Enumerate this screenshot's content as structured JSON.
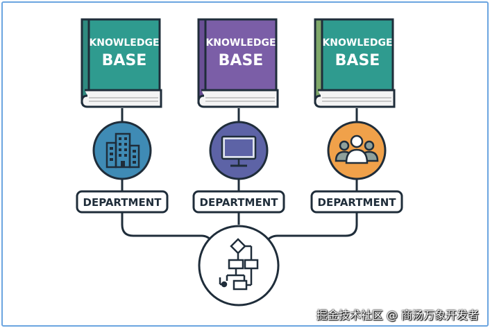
{
  "books": [
    {
      "line1": "KNOWLEDGE",
      "line2": "BASE",
      "color": "#2f9b8f",
      "spine": "#2f8a80"
    },
    {
      "line1": "KNOWLEDGE",
      "line2": "BASE",
      "color": "#7b5ea7",
      "spine": "#6a4f95"
    },
    {
      "line1": "KNOWLEDGE",
      "line2": "BASE",
      "color": "#2f9b8f",
      "spine": "#7fa86a"
    }
  ],
  "departments": [
    {
      "label": "DEPARTMENT",
      "icon": "office-building-icon",
      "circle_color": "#3f8bb5"
    },
    {
      "label": "DEPARTMENT",
      "icon": "computer-monitor-icon",
      "circle_color": "#5d63a6"
    },
    {
      "label": "DEPARTMENT",
      "icon": "people-group-icon",
      "circle_color": "#f0a14a"
    }
  ],
  "hub": {
    "icon": "flowchart-icon"
  },
  "watermark": "掘金技术社区 @ 商汤万象开发者",
  "colors": {
    "outline": "#1f2d3a",
    "page": "#f4f4f4"
  }
}
